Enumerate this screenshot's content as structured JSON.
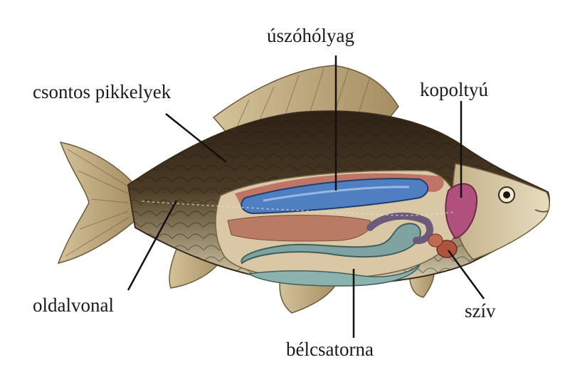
{
  "labels": {
    "swim_bladder": "úszóhólyag",
    "bony_scales": "csontos pikkelyek",
    "gills": "kopoltyú",
    "lateral_line": "oldalvonal",
    "heart": "szív",
    "gut": "bélcsatorna"
  },
  "colors": {
    "background": "#ffffff",
    "body_dark": "#3b2c1c",
    "body_belly": "#cfc5a8",
    "fin": "#c9b48c",
    "swim_bladder": "#4f7fc0",
    "gill": "#b14f7d",
    "gut": "#7fa3a0",
    "heart": "#b0523e",
    "leader": "#111111"
  }
}
